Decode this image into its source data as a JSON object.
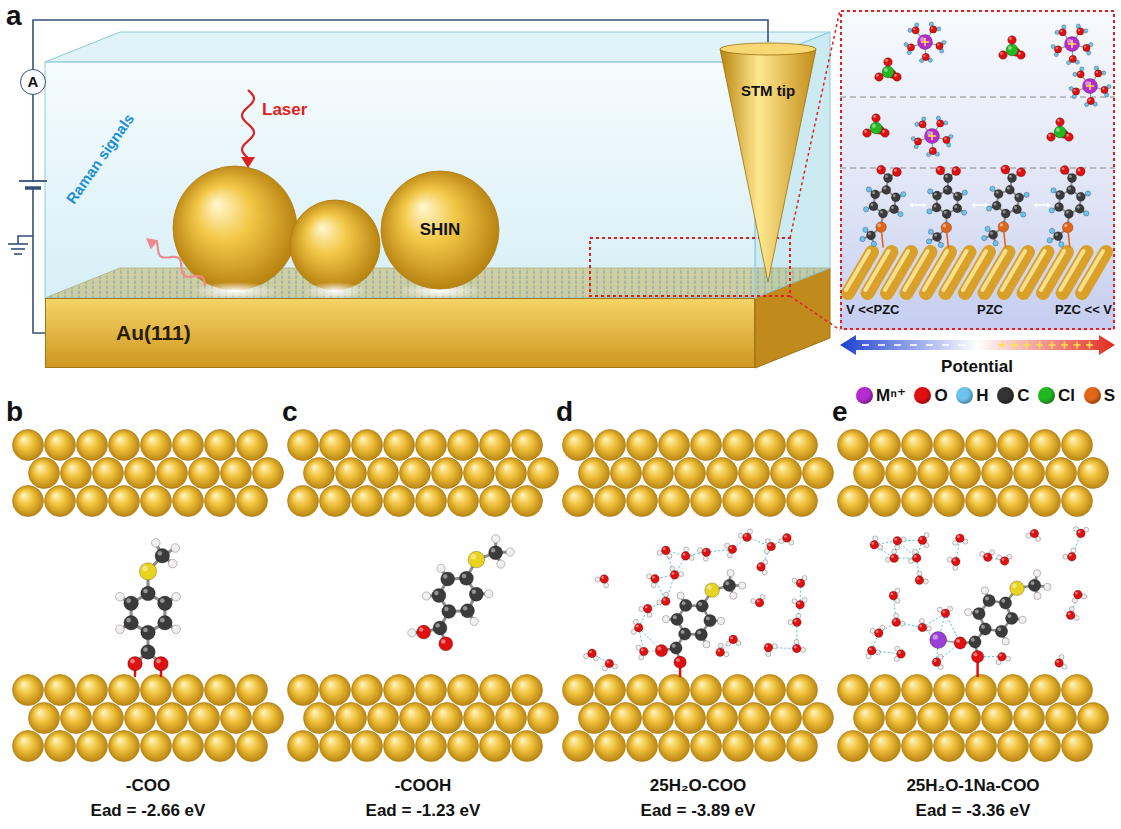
{
  "diagram": {
    "nodes": [
      {
        "text": [
          "A"
        ]
      },
      {
        "text": [
          "STM tip"
        ]
      },
      {
        "text": [
          "SHIN"
        ]
      },
      {
        "text": [
          "Au(111)"
        ]
      }
    ],
    "edges": [
      {
        "from": 0,
        "to": 1,
        "arrow": "none"
      },
      {
        "from": 0,
        "to": 3,
        "arrow": "none"
      }
    ],
    "labels": [
      "a",
      "b",
      "c",
      "d",
      "e",
      "Laser",
      "Raman signals",
      "V <<PZC",
      "PZC",
      "PZC << V",
      "Potential",
      "-COO",
      "Ead = -2.66 eV",
      "-COOH",
      "Ead = -1.23 eV",
      "25H₂O-COO",
      "Ead = -3.89 eV",
      "25H₂O-1Na-COO",
      "Ead = -3.36 eV"
    ],
    "legend": [
      {
        "text": "Mⁿ⁺",
        "color": "#b52bd0"
      },
      {
        "text": "O",
        "color": "#e01010"
      },
      {
        "text": "H",
        "color": "#6ec3ec"
      },
      {
        "text": "C",
        "color": "#333333"
      },
      {
        "text": "Cl",
        "color": "#22b822"
      },
      {
        "text": "S",
        "color": "#e0661a"
      }
    ]
  }
}
